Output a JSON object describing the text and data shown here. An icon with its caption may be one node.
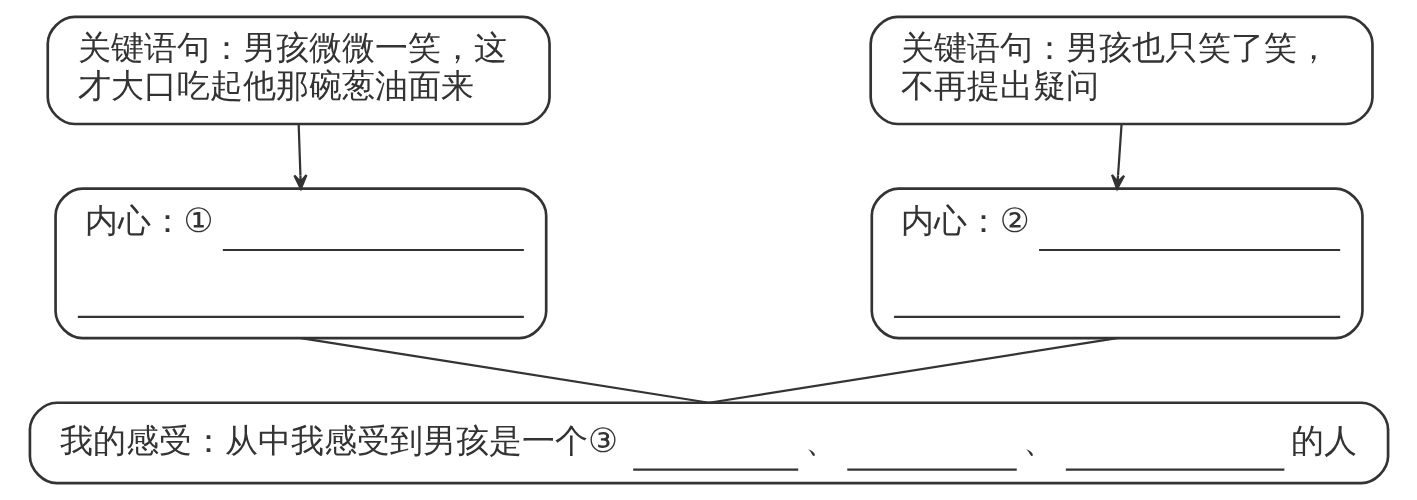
{
  "diagram": {
    "nodes": [
      {
        "text": [
          "关键语句：男孩微微一笑，这才大口吃起他那碗葱油面来"
        ]
      },
      {
        "text": [
          "关键语句：男孩也只笑了笑，不再提出疑问"
        ]
      },
      {
        "text": [
          "内心：①"
        ]
      },
      {
        "text": [
          "内心：②"
        ]
      },
      {
        "text": [
          "我的感受：从中我感受到男孩是一个③",
          "、",
          "、",
          "的人"
        ]
      }
    ],
    "edges": [
      {
        "from": 0,
        "to": 2,
        "arrow": "to"
      },
      {
        "from": 1,
        "to": 3,
        "arrow": "to"
      },
      {
        "from": 2,
        "to": 4,
        "arrow": "none"
      },
      {
        "from": 3,
        "to": 4,
        "arrow": "none"
      }
    ]
  }
}
